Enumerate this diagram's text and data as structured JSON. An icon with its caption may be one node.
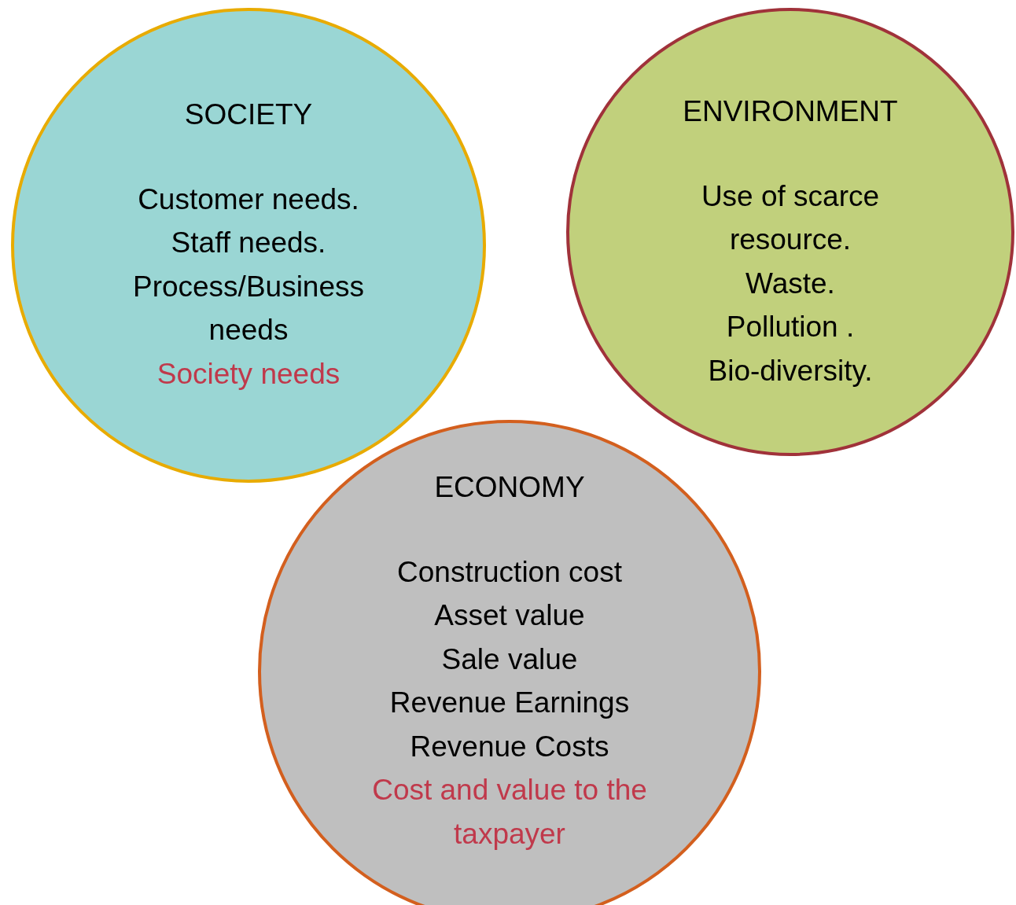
{
  "diagram": {
    "nodes": [
      {
        "text": [
          "SOCIETY",
          "Customer needs.",
          "Staff needs.",
          "Process/Business needs",
          "Society needs"
        ]
      },
      {
        "text": [
          "ENVIRONMENT",
          "Use of scarce resource.",
          "Waste.",
          "Pollution .",
          "Bio-diversity."
        ]
      },
      {
        "text": [
          "ECONOMY",
          "Construction cost",
          "Asset value",
          "Sale value",
          "Revenue Earnings",
          "Revenue Costs",
          "Cost and value to the taxpayer"
        ]
      }
    ],
    "edges": []
  }
}
